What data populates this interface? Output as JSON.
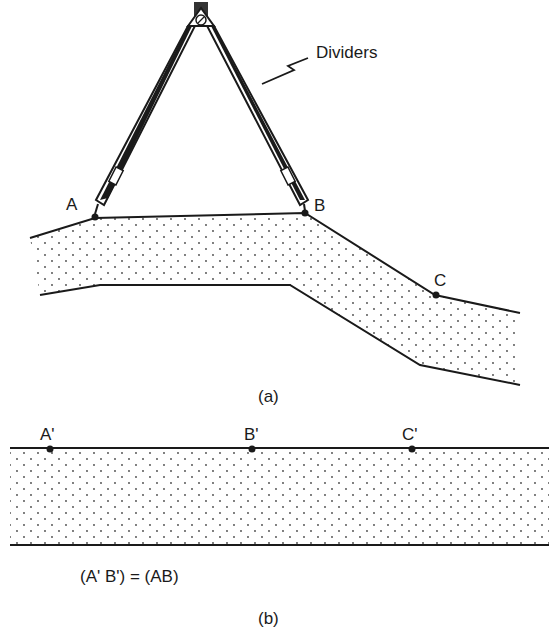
{
  "diagram": {
    "labels": [
      "Dividers",
      "A",
      "B",
      "C",
      "(a)",
      "A'",
      "B'",
      "C'",
      "(A' B') = (AB)",
      "(b)"
    ]
  }
}
